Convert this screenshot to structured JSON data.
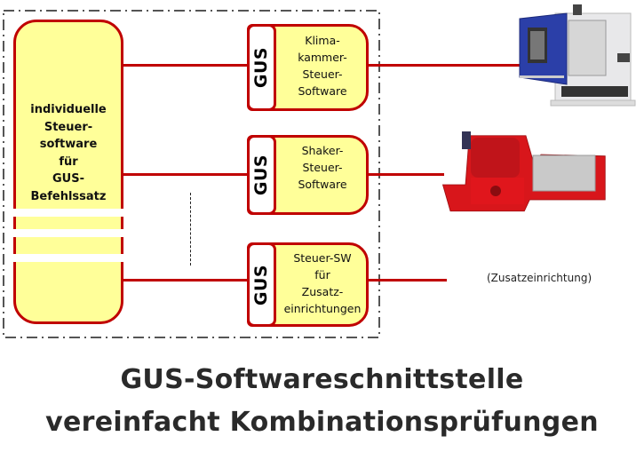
{
  "colors": {
    "line": "#c00000",
    "box_fill": "#ffff99",
    "frame": "#555555"
  },
  "main_module": {
    "lines": [
      "individuelle",
      "Steuer-",
      "software",
      "für",
      "GUS-",
      "Befehlssatz"
    ]
  },
  "modules": [
    {
      "tab": "GUS",
      "lines": [
        "Klima-",
        "kammer-",
        "Steuer-",
        "Software"
      ],
      "device": "climate-chamber"
    },
    {
      "tab": "GUS",
      "lines": [
        "Shaker-",
        "Steuer-",
        "Software"
      ],
      "device": "shaker"
    },
    {
      "tab": "GUS",
      "lines": [
        "Steuer-SW",
        "für",
        "Zusatz-",
        "einrichtungen"
      ],
      "device": "extra"
    }
  ],
  "extra_device_label": "(Zusatzeinrichtung)",
  "title": {
    "line1": "GUS-Softwareschnittstelle",
    "line2": "vereinfacht Kombinationsprüfungen"
  }
}
